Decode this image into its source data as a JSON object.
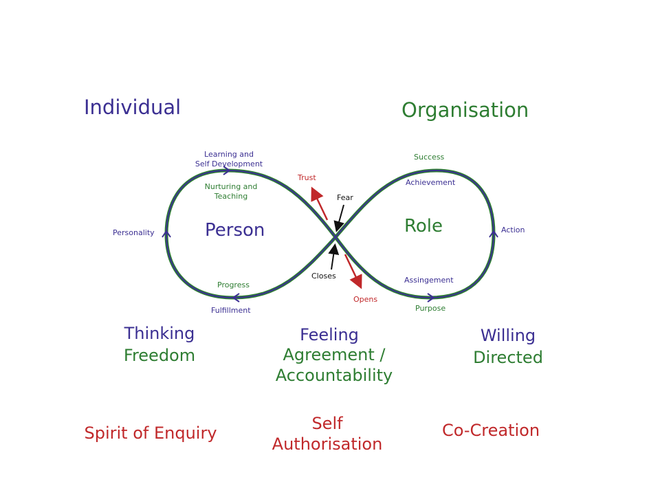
{
  "headings": {
    "individual": "Individual",
    "organisation": "Organisation"
  },
  "loop": {
    "left_center": "Person",
    "right_center": "Role",
    "left_top_outer": "Learning and\nSelf Development",
    "left_top_inner": "Nurturing and\nTeaching",
    "left_side": "Personality",
    "left_bottom_inner": "Progress",
    "left_bottom_outer": "Fulfillment",
    "right_top_outer": "Success",
    "right_top_inner": "Achievement",
    "right_side": "Action",
    "right_bottom_inner": "Assingement",
    "right_bottom_outer": "Purpose",
    "trust": "Trust",
    "fear": "Fear",
    "closes": "Closes",
    "opens": "Opens"
  },
  "columns": {
    "thinking": {
      "title": "Thinking",
      "sub": "Freedom"
    },
    "feeling": {
      "title": "Feeling",
      "sub1": "Agreement /",
      "sub2": "Accountability"
    },
    "willing": {
      "title": "Willing",
      "sub": "Directed"
    }
  },
  "bottom": {
    "spirit": "Spirit of Enquiry",
    "self1": "Self",
    "self2": "Authorisation",
    "cocreation": "Co-Creation"
  },
  "colors": {
    "blue": "#3b2f92",
    "green": "#2e7d32",
    "red": "#c0282a"
  }
}
